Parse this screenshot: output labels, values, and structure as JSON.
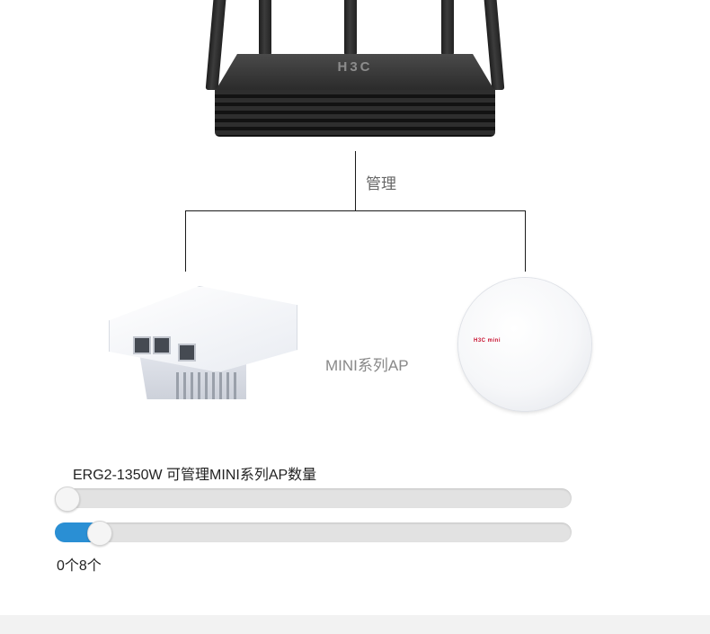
{
  "router": {
    "brand": "H3C"
  },
  "topology": {
    "manage_label": "管理"
  },
  "access_points": {
    "label": "MINI系列AP",
    "ceiling_brand": "H3C mini"
  },
  "capacity": {
    "title": "ERG2-1350W 可管理MINI系列AP数量",
    "range_label": "0个8个",
    "min": 0,
    "max": 8,
    "slider_1_value": 0,
    "slider_2_fraction": 0.065,
    "accent_color": "#2a8fd4"
  }
}
